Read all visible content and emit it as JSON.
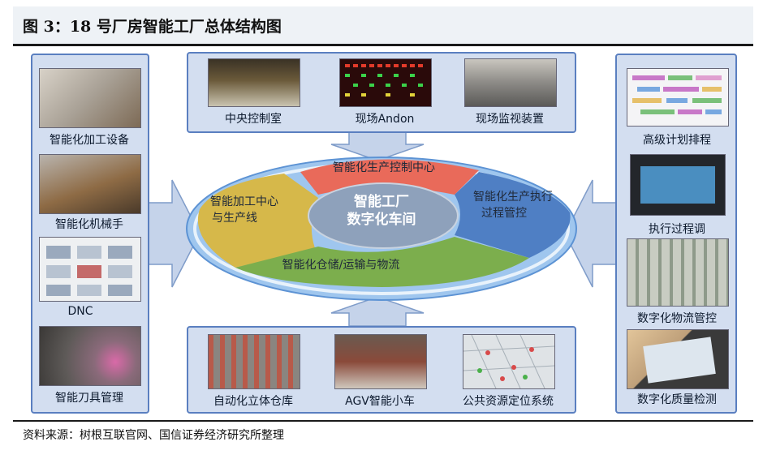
{
  "title": "图 3：18 号厂房智能工厂总体结构图",
  "source": "资料来源：树根互联官网、国信证券经济研究所整理",
  "top_panel": {
    "items": [
      {
        "label": "中央控制室",
        "icon": "control-room-photo"
      },
      {
        "label": "现场Andon",
        "icon": "andon-board-photo"
      },
      {
        "label": "现场监视装置",
        "icon": "monitoring-photo"
      }
    ]
  },
  "bottom_panel": {
    "items": [
      {
        "label": "自动化立体仓库",
        "icon": "warehouse-photo"
      },
      {
        "label": "AGV智能小车",
        "icon": "agv-photo"
      },
      {
        "label": "公共资源定位系统",
        "icon": "positioning-map-photo"
      }
    ]
  },
  "left_panel": {
    "items": [
      {
        "label": "智能化加工设备",
        "icon": "machining-photo"
      },
      {
        "label": "智能化机械手",
        "icon": "robot-arm-photo"
      },
      {
        "label": "DNC",
        "icon": "dnc-screen-photo"
      },
      {
        "label": "智能刀具管理",
        "icon": "tool-management-photo"
      }
    ]
  },
  "right_panel": {
    "items": [
      {
        "label": "高级计划排程",
        "icon": "gantt-photo"
      },
      {
        "label": "执行过程调",
        "icon": "terminal-photo"
      },
      {
        "label": "数字化物流管控",
        "icon": "logistics-photo"
      },
      {
        "label": "数字化质量检测",
        "icon": "tablet-photo"
      }
    ]
  },
  "hub": {
    "center": [
      "智能工厂",
      "数字化车间"
    ],
    "segments": {
      "top": "智能化生产控制中心",
      "left": [
        "智能加工中心",
        "与生产线"
      ],
      "right": [
        "智能化生产执行",
        "过程管控"
      ],
      "bottom": "智能化仓储/运输与物流"
    }
  },
  "colors": {
    "panel_bg": "#d3def0",
    "panel_border": "#5a7fc0",
    "segment_top": "#e96a5a",
    "segment_left": "#d6b84a",
    "segment_right": "#4f7fc4",
    "segment_bottom": "#7cae4d",
    "center": "#8ea1bb"
  }
}
